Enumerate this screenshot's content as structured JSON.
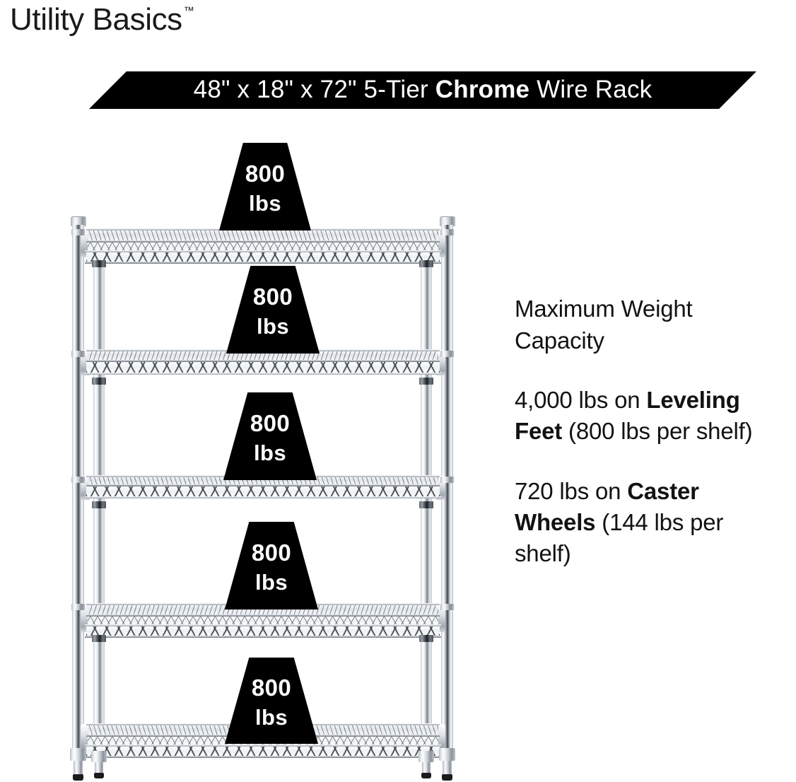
{
  "brand": {
    "name": "Utility Basics",
    "trademark": "™"
  },
  "banner": {
    "full_text": "48\" x 18\" x 72\" 5-Tier Chrome Wire Rack",
    "prefix": "48\" x 18\" x 72\" 5-Tier ",
    "emphasis": "Chrome",
    "suffix": " Wire Rack",
    "background_color": "#000000",
    "text_color": "#ffffff"
  },
  "product": {
    "width_in": "48\"",
    "depth_in": "18\"",
    "height_in": "72\"",
    "tiers": "5-Tier",
    "finish": "Chrome",
    "type": "Wire Rack"
  },
  "shelves": [
    {
      "index": 1,
      "weight_value": "800",
      "weight_unit": "lbs"
    },
    {
      "index": 2,
      "weight_value": "800",
      "weight_unit": "lbs"
    },
    {
      "index": 3,
      "weight_value": "800",
      "weight_unit": "lbs"
    },
    {
      "index": 4,
      "weight_value": "800",
      "weight_unit": "lbs"
    },
    {
      "index": 5,
      "weight_value": "800",
      "weight_unit": "lbs"
    }
  ],
  "info_panel": {
    "heading": "Maximum Weight Capacity",
    "leveling": {
      "total": "4,000 lbs on ",
      "emphasis": "Leveling Feet",
      "detail": " (800 lbs per shelf)"
    },
    "caster": {
      "total": "720 lbs on ",
      "emphasis": "Caster Wheels",
      "detail": " (144 lbs per shelf)"
    }
  }
}
